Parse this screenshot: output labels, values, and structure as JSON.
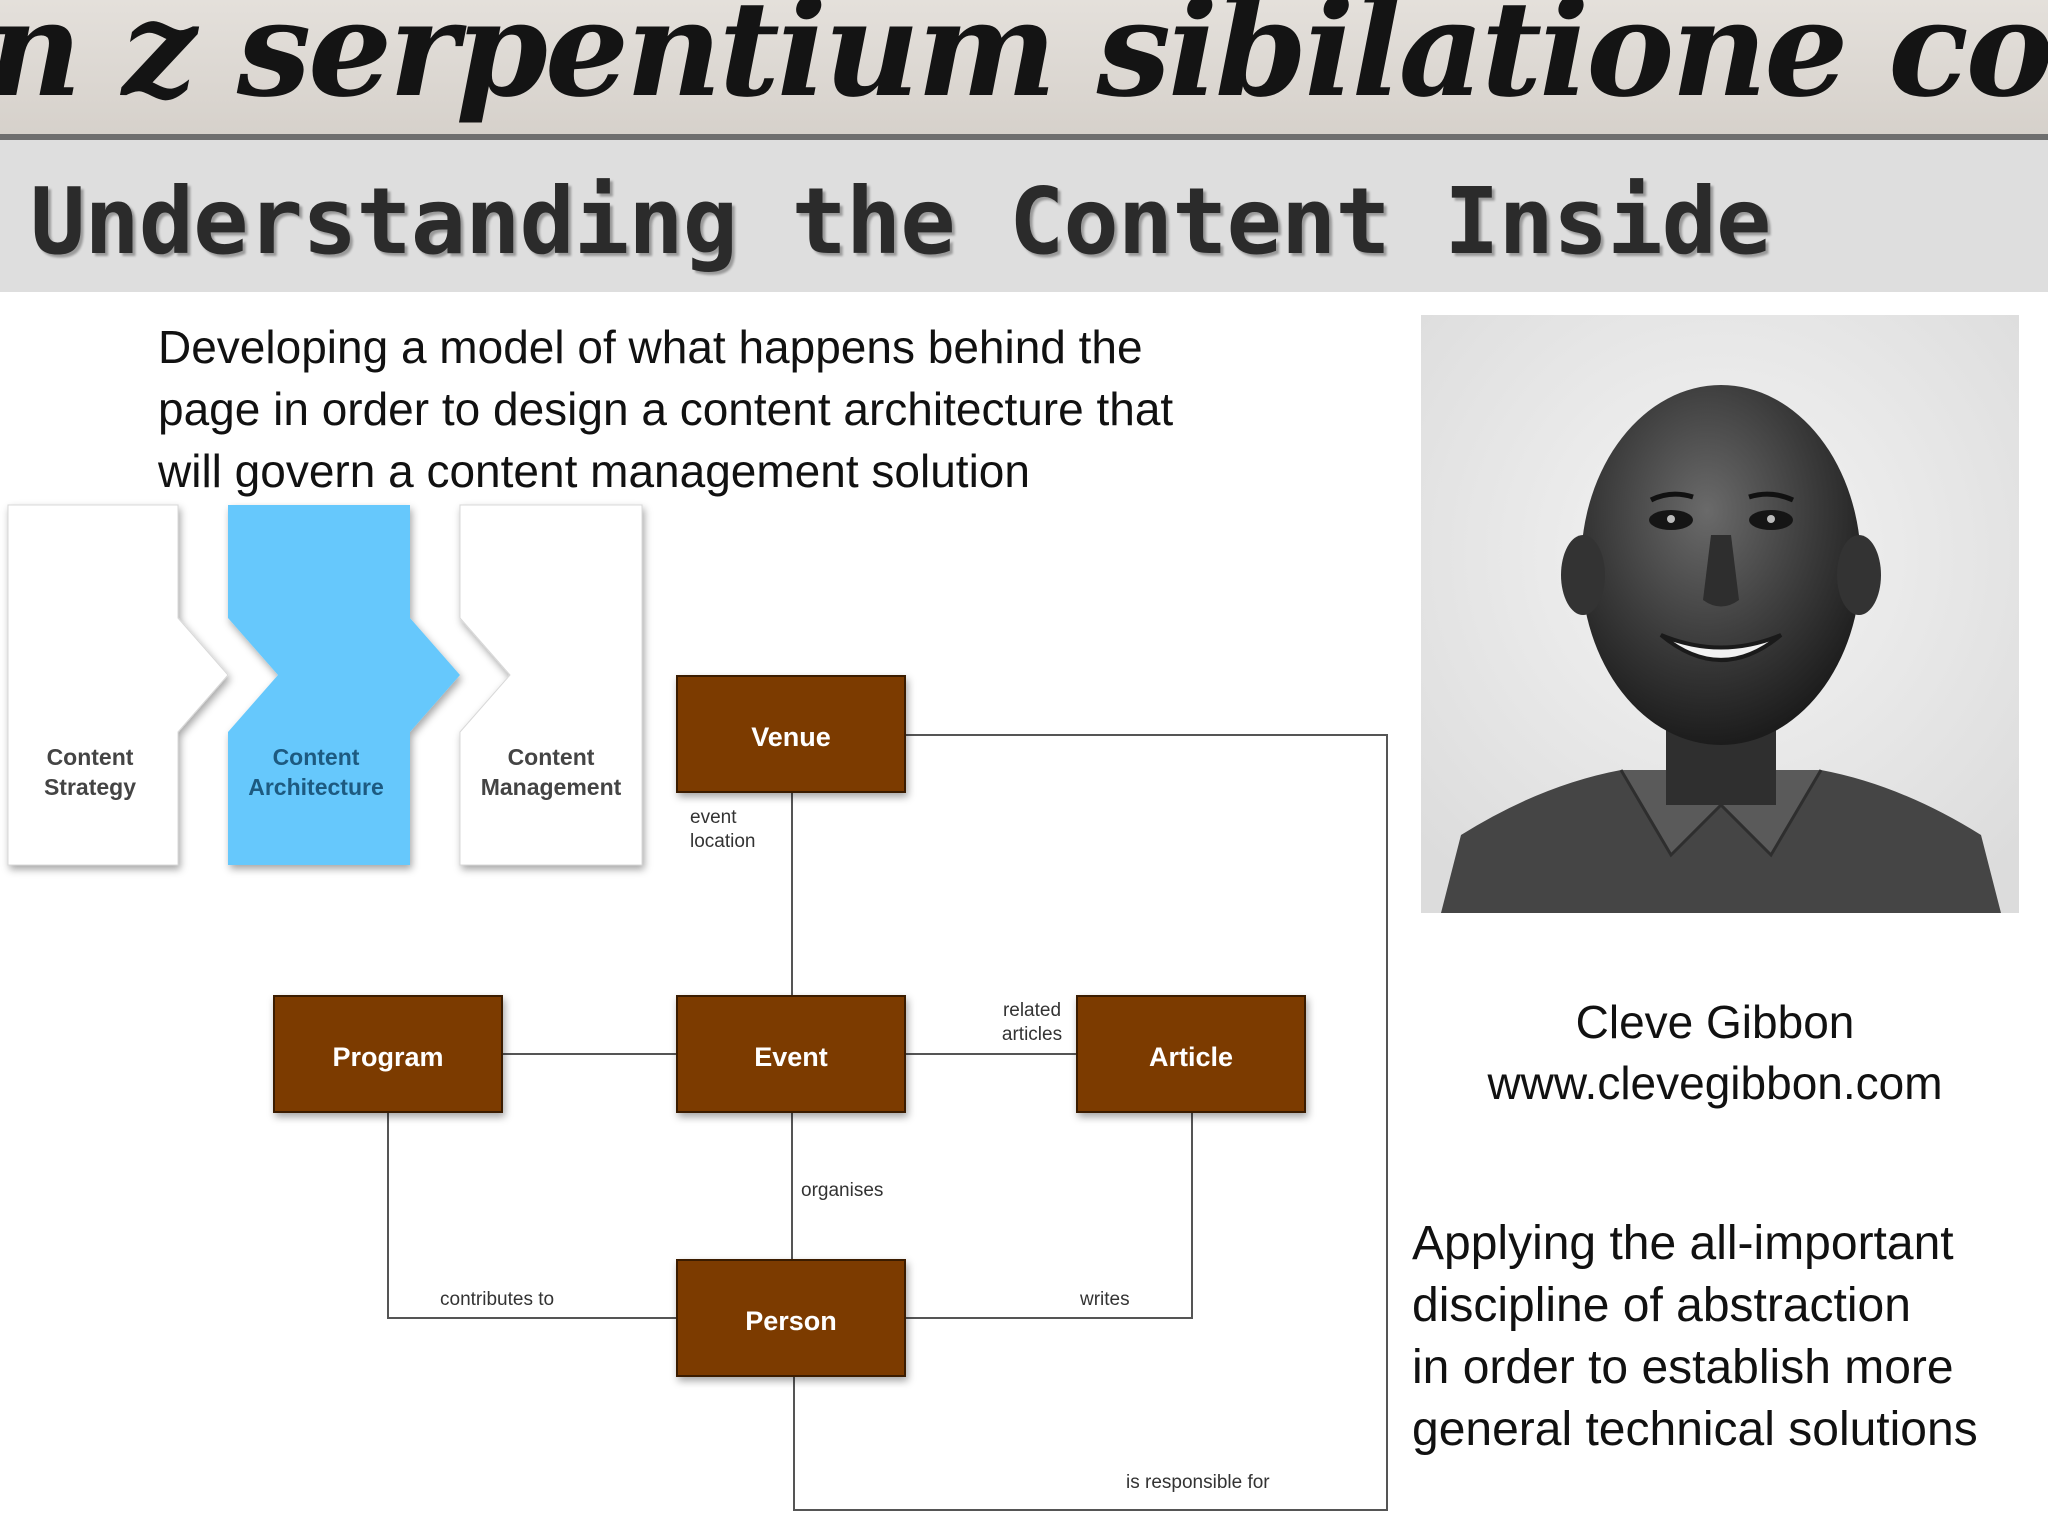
{
  "banner": {
    "text": "n z serpentium sibilatione comon."
  },
  "title": "Understanding the Content Inside",
  "intro": [
    "Developing a model of what happens behind the",
    "page in order to design a content architecture that",
    "will govern a content management solution"
  ],
  "process": [
    {
      "line1": "Content",
      "line2": "Strategy",
      "fill": "#ffffff",
      "text_color": "#444444"
    },
    {
      "line1": "Content",
      "line2": "Architecture",
      "fill": "#66c8fc",
      "text_color": "#1d5a80",
      "highlighted": true
    },
    {
      "line1": "Content",
      "line2": "Management",
      "fill": "#ffffff",
      "text_color": "#444444"
    }
  ],
  "entities": {
    "venue": "Venue",
    "program": "Program",
    "event": "Event",
    "article": "Article",
    "person": "Person"
  },
  "relations": {
    "event_location": [
      "event",
      "location"
    ],
    "related_articles": [
      "related",
      "articles"
    ],
    "organises": "organises",
    "contributes_to": "contributes to",
    "writes": "writes",
    "is_responsible_for": "is responsible for"
  },
  "person": {
    "name": "Cleve Gibbon",
    "url": "www.clevegibbon.com"
  },
  "abstract": [
    "Applying the all-important",
    "discipline of abstraction",
    "in order to establish more",
    "general technical solutions"
  ],
  "colors": {
    "entity_fill": "#7b3a05",
    "entity_border": "#3a1c04",
    "highlight": "#66c8fc",
    "connector": "#555555"
  }
}
